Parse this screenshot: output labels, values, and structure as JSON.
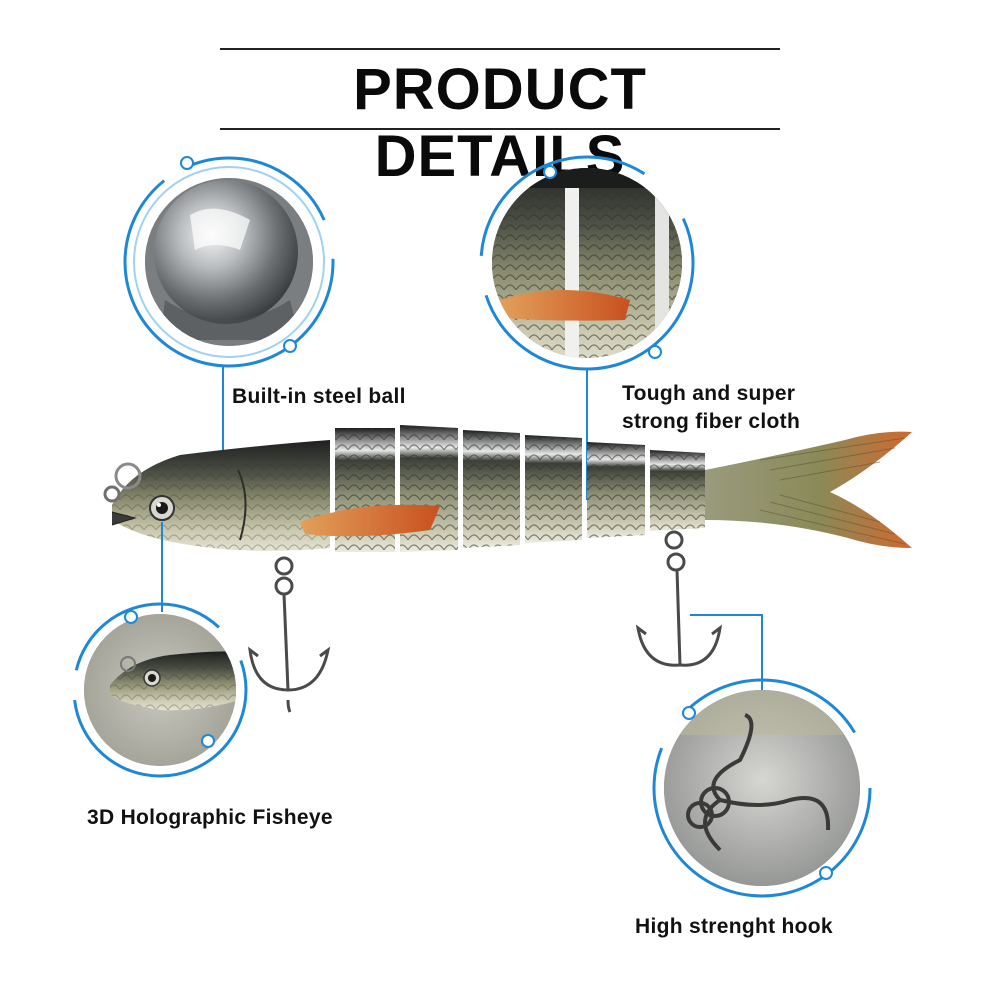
{
  "header": {
    "title": "PRODUCT DETAILS"
  },
  "features": {
    "steel_ball": "Built-in steel ball",
    "fiber_cloth_line1": "Tough and super",
    "fiber_cloth_line2": "strong fiber cloth",
    "fisheye": "3D Holographic Fisheye",
    "hook": "High strenght hook"
  },
  "colors": {
    "accent_blue": "#1e88d6",
    "light_blue": "#9fd2f2",
    "fish_dark": "#2b2e2a",
    "fish_belly": "#c9c6a8",
    "fin_orange": "#d2682e"
  }
}
